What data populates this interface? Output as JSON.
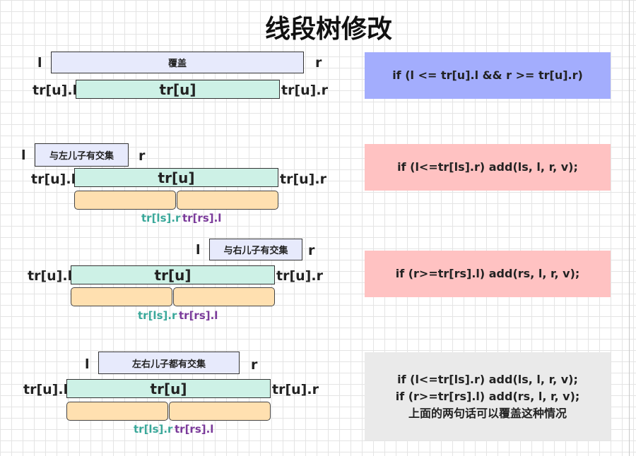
{
  "title": "线段树修改",
  "colors": {
    "cover_fill": "#e7eafc",
    "node_fill": "#cdf1e6",
    "child_fill": "#ffe0b0",
    "case1_code": "#a3adfd",
    "case_partial_code": "#ffc2c2",
    "case_both_code": "#eaeaea",
    "ls_text": "#3aa89a",
    "rs_text": "#7a3a9a"
  },
  "cases": [
    {
      "l": "l",
      "r": "r",
      "cover_label": "覆盖",
      "node_label": "tr[u]",
      "left_label": "tr[u].l",
      "right_label": "tr[u].r",
      "code": [
        "if (l <= tr[u].l && r >= tr[u].r)"
      ]
    },
    {
      "l": "l",
      "r": "r",
      "cover_label": "与左儿子有交集",
      "node_label": "tr[u]",
      "left_label": "tr[u].l",
      "right_label": "tr[u].r",
      "ls_label": "tr[ls].r",
      "rs_label": "tr[rs].l",
      "code": [
        "if (l<=tr[ls].r) add(ls, l, r, v);"
      ]
    },
    {
      "l": "l",
      "r": "r",
      "cover_label": "与右儿子有交集",
      "node_label": "tr[u]",
      "left_label": "tr[u].l",
      "right_label": "tr[u].r",
      "ls_label": "tr[ls].r",
      "rs_label": "tr[rs].l",
      "code": [
        "if (r>=tr[rs].l) add(rs, l, r, v);"
      ]
    },
    {
      "l": "l",
      "r": "r",
      "cover_label": "左右儿子都有交集",
      "node_label": "tr[u]",
      "left_label": "tr[u].l",
      "right_label": "tr[u].r",
      "ls_label": "tr[ls].r",
      "rs_label": "tr[rs].l",
      "code": [
        "if (l<=tr[ls].r) add(ls, l, r, v);",
        "if (r>=tr[rs].l) add(rs, l, r, v);",
        "上面的两句话可以覆盖这种情况"
      ]
    }
  ]
}
